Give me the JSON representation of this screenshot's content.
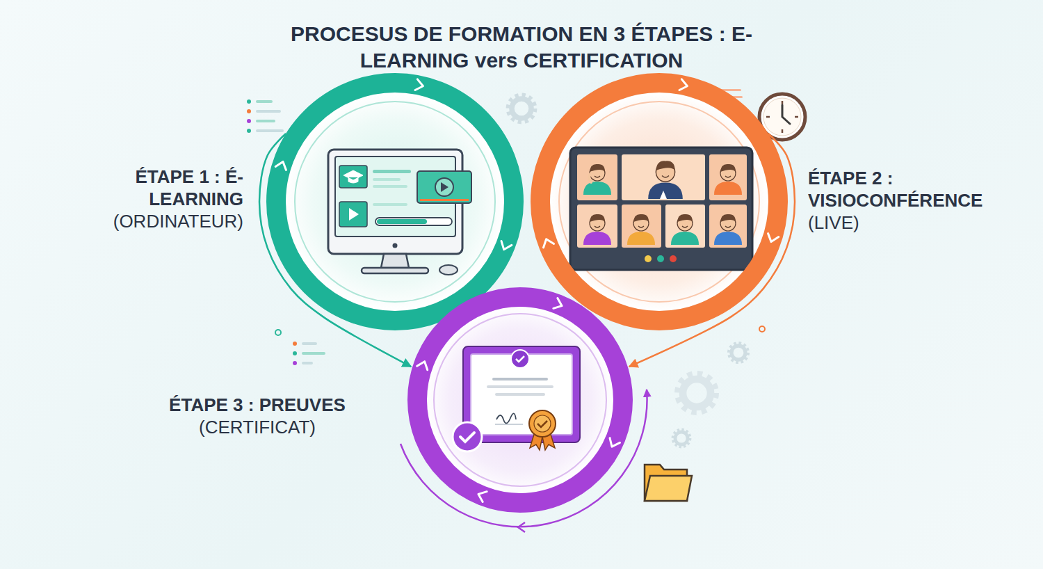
{
  "diagram": {
    "title": "PROCESUS DE FORMATION EN 3 ÉTAPES : E-LEARNING vers CERTIFICATION",
    "nodes": [
      {
        "text": [
          "ÉTAPE 1 : É-LEARNING",
          "(ORDINATEUR)"
        ]
      },
      {
        "text": [
          "ÉTAPE 2 : VISIOCONFÉRENCE",
          "(LIVE)"
        ]
      },
      {
        "text": [
          "ÉTAPE 3 : PREUVES",
          "(CERTIFICAT)"
        ]
      }
    ],
    "edges": [
      {
        "from": 0,
        "to": 2,
        "arrow": "to"
      },
      {
        "from": 1,
        "to": 2,
        "arrow": "to"
      }
    ]
  }
}
